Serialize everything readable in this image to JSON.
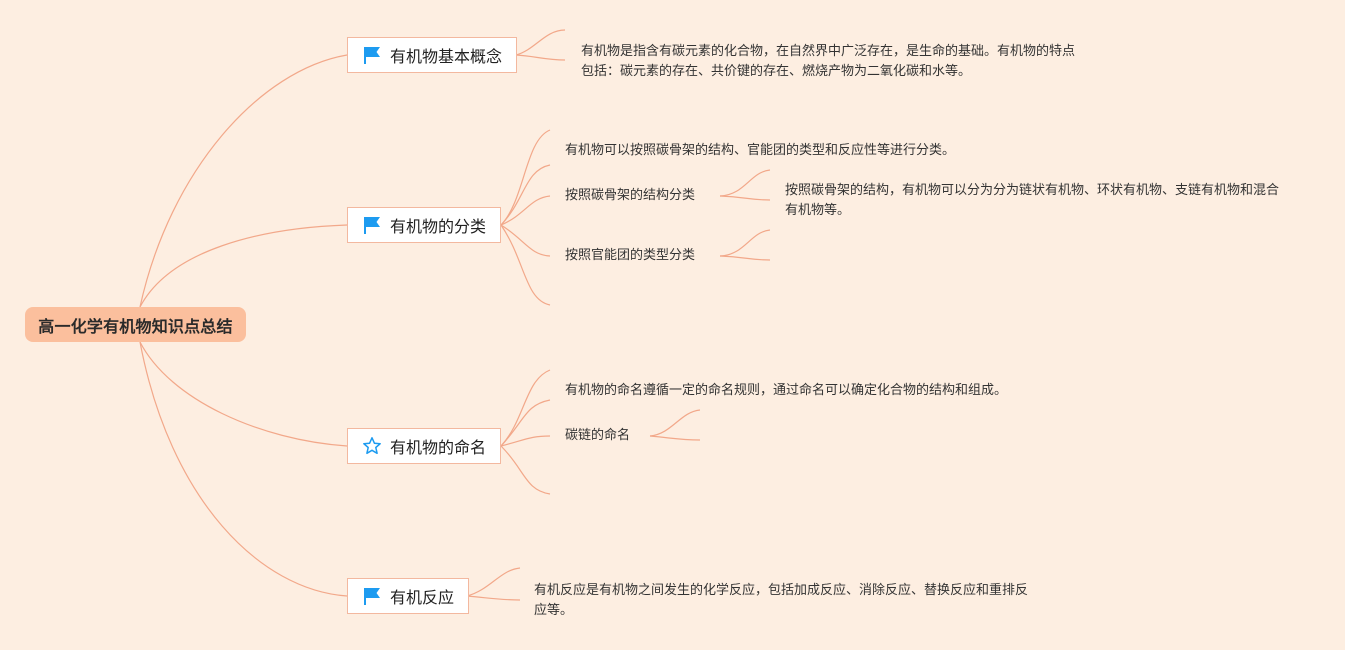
{
  "root": {
    "title": "高一化学有机物知识点总结"
  },
  "branches": [
    {
      "label": "有机物基本概念",
      "icon": "flag-icon",
      "text": "有机物是指含有碳元素的化合物，在自然界中广泛存在，是生命的基础。有机物的特点包括：碳元素的存在、共价键的存在、燃烧产物为二氧化碳和水等。"
    },
    {
      "label": "有机物的分类",
      "icon": "flag-icon",
      "intro": "有机物可以按照碳骨架的结构、官能团的类型和反应性等进行分类。",
      "sub1": {
        "label": "按照碳骨架的结构分类",
        "text": "按照碳骨架的结构，有机物可以分为分为链状有机物、环状有机物、支链有机物和混合有机物等。"
      },
      "sub2": {
        "label": "按照官能团的类型分类"
      }
    },
    {
      "label": "有机物的命名",
      "icon": "star-icon",
      "intro": "有机物的命名遵循一定的命名规则，通过命名可以确定化合物的结构和组成。",
      "sub1": {
        "label": "碳链的命名"
      }
    },
    {
      "label": "有机反应",
      "icon": "flag-icon",
      "text": "有机反应是有机物之间发生的化学反应，包括加成反应、消除反应、替换反应和重排反应等。"
    }
  ],
  "colors": {
    "background": "#fdeee1",
    "root_fill": "#fbbf9d",
    "connector": "#f2a88a",
    "branch_border": "#f3b89f",
    "flag_icon": "#1d9bf0",
    "star_icon": "#1d9bf0"
  }
}
